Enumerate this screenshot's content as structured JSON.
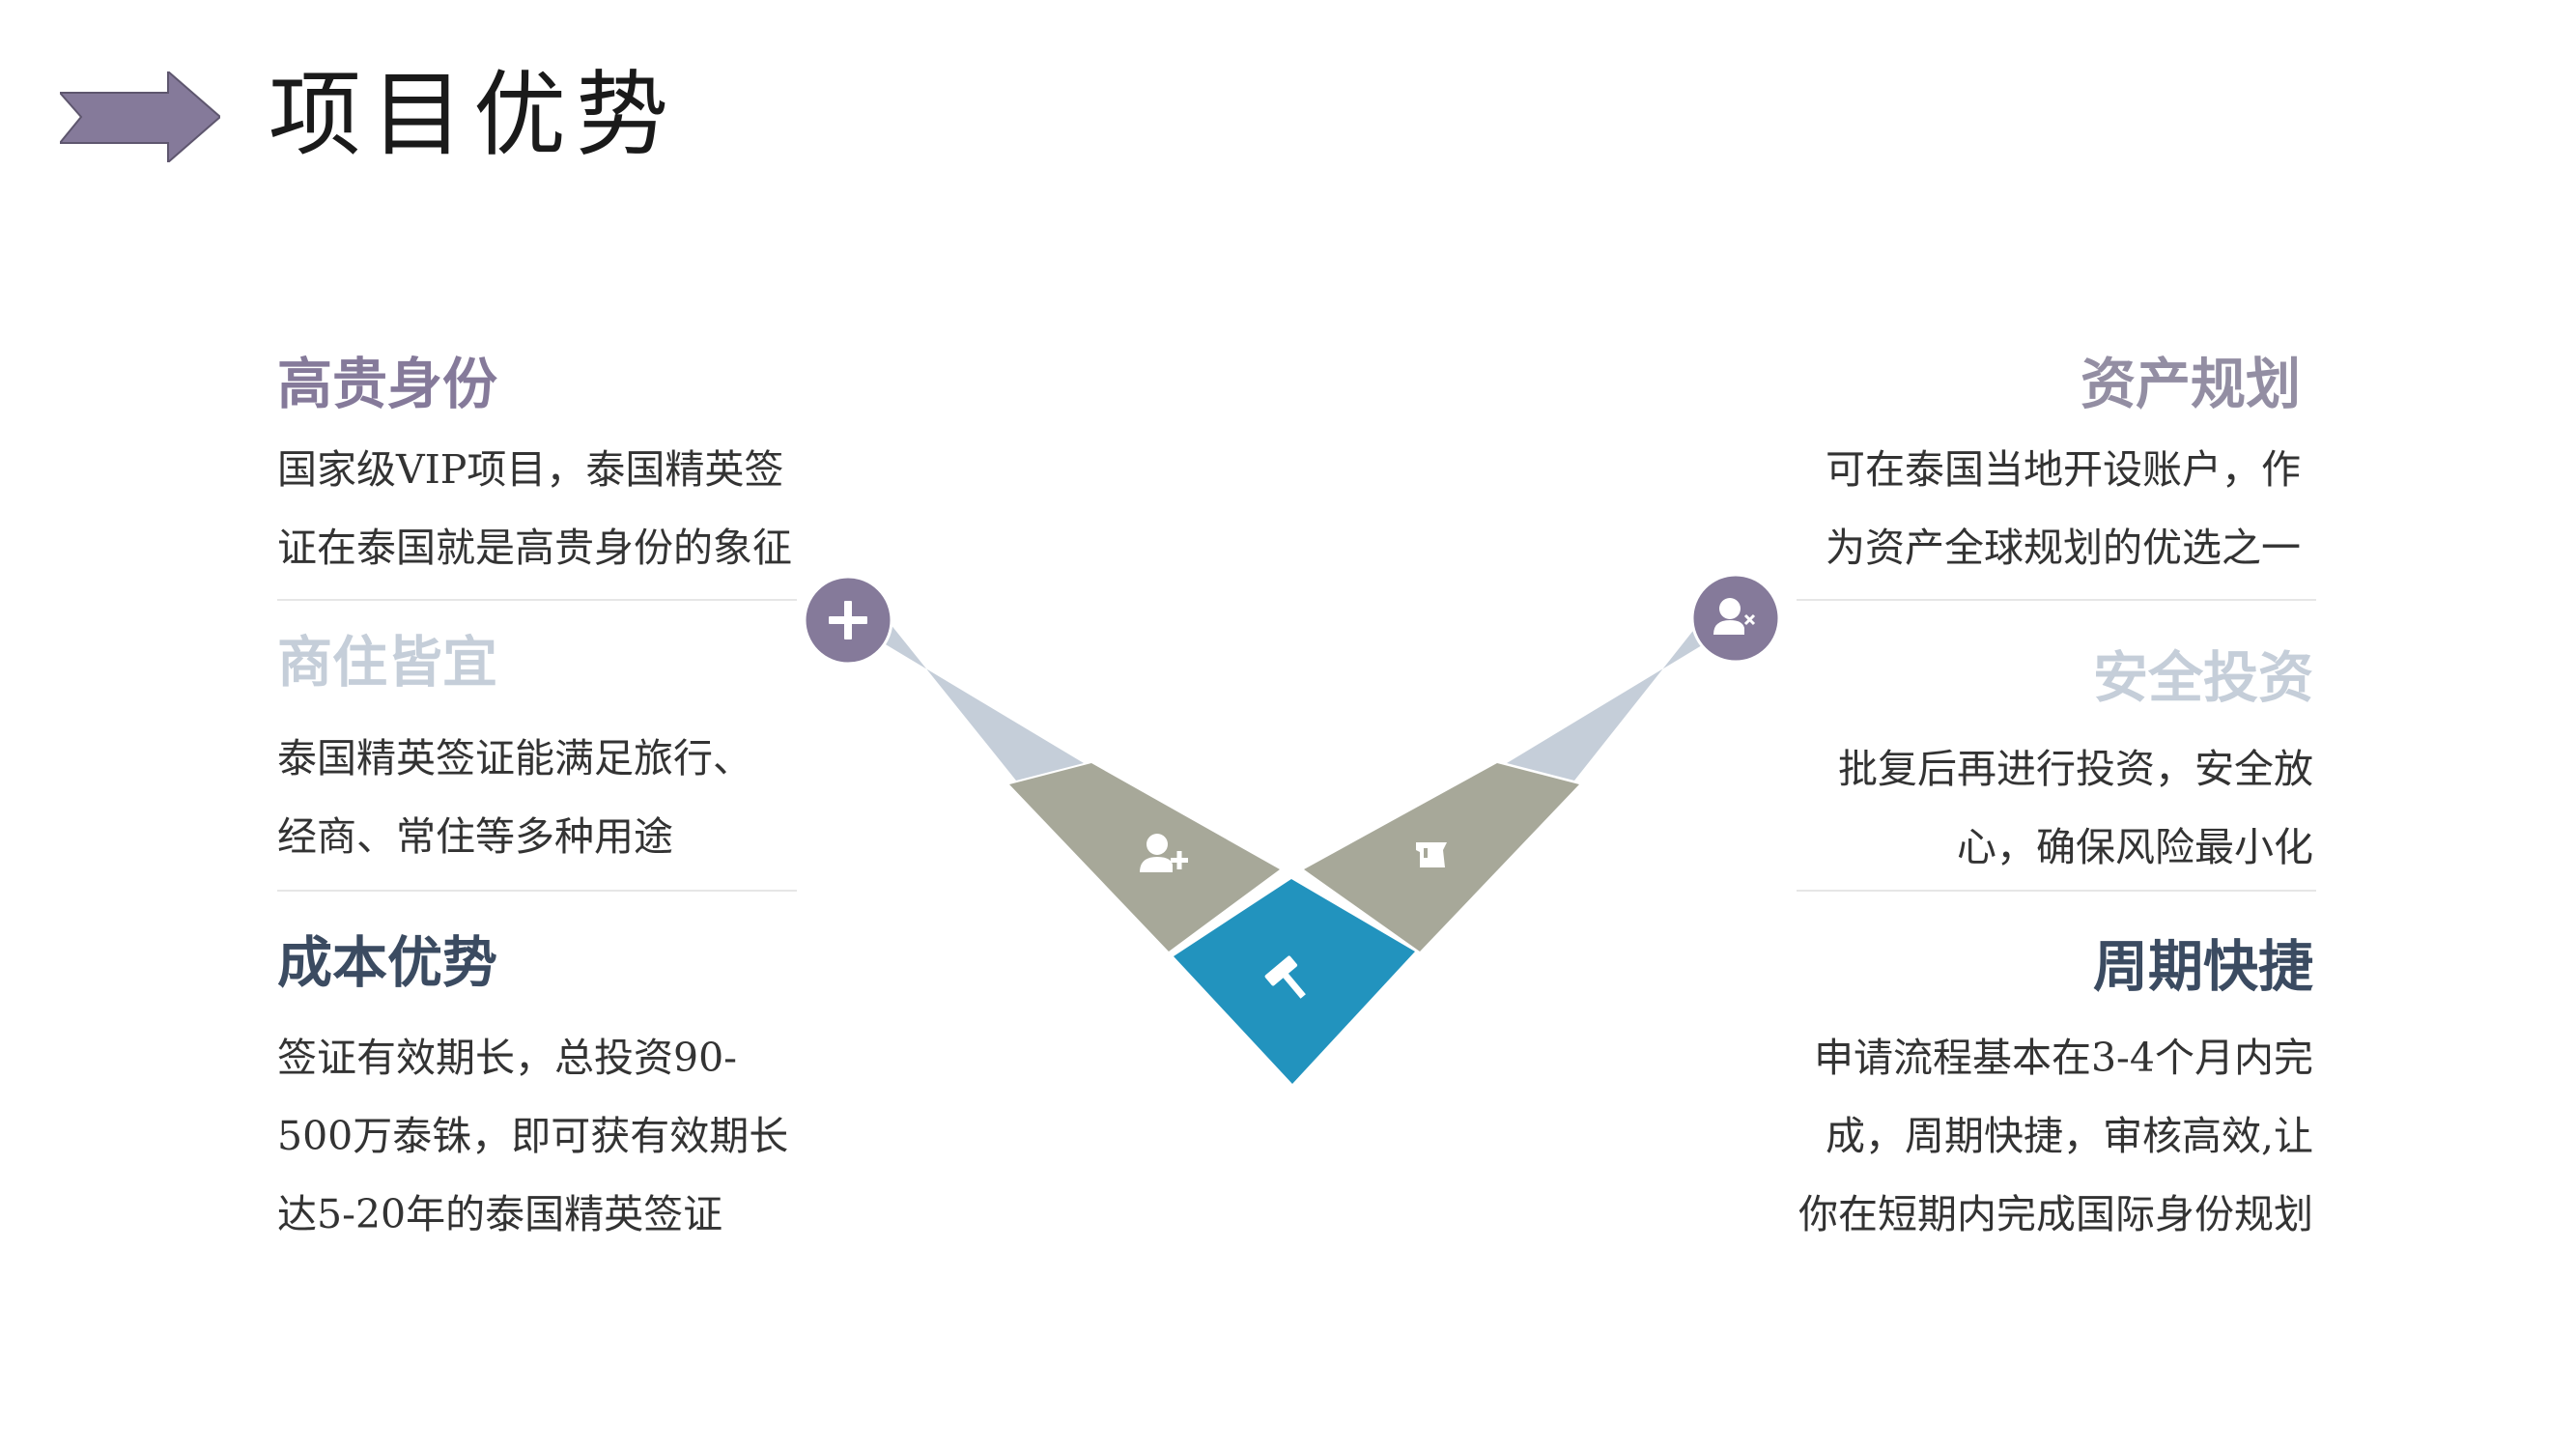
{
  "header": {
    "title": "项目优势",
    "arrow_icon": "right-arrow-icon",
    "arrow_color": "#857A9A"
  },
  "items": {
    "identity": {
      "title": "高贵身份",
      "lines": [
        "国家级VIP项目，泰国精英签",
        "证在泰国就是高贵身份的象征"
      ],
      "color": "#857A9A"
    },
    "business": {
      "title": "商住皆宜",
      "lines": [
        "泰国精英签证能满足旅行、",
        "经商、常住等多种用途"
      ],
      "color": "#C5CED9"
    },
    "cost": {
      "title": "成本优势",
      "lines": [
        "签证有效期长，总投资90-",
        "500万泰铢，即可获有效期长",
        "达5-20年的泰国精英签证"
      ],
      "color": "#3B4B61"
    },
    "assets": {
      "title": "资产规划",
      "lines": [
        "可在泰国当地开设账户，作",
        "为资产全球规划的优选之一"
      ],
      "color": "#938EA3"
    },
    "investment": {
      "title": "安全投资",
      "lines": [
        "批复后再进行投资，安全放",
        "心，确保风险最小化"
      ],
      "color": "#C5CED9"
    },
    "cycle": {
      "title": "周期快捷",
      "lines": [
        "申请流程基本在3-4个月内完",
        "成，周期快捷，审核高效,让",
        "你在短期内完成国际身份规划"
      ],
      "color": "#3B4B61"
    }
  },
  "diagram": {
    "colors": {
      "purple": "#857A9A",
      "light_blue": "#C5CED9",
      "gray": "#A7A899",
      "blue": "#2293BE"
    },
    "icons": [
      "plus-icon",
      "user-remove-icon",
      "user-add-icon",
      "document-icon",
      "hammer-icon"
    ]
  }
}
